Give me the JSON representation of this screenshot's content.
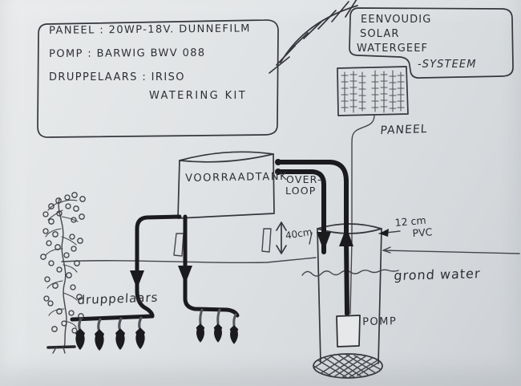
{
  "colors": {
    "paper": "#dee1e3",
    "ink": "#3c3c42",
    "pipe": "#1b1b1e"
  },
  "spec_box": {
    "line1": "PANEEL : 20WP-18V. DUNNEFILM",
    "line2": "POMP : BARWIG BWV 088",
    "line3": "DRUPPELAARS : IRISO",
    "line4": "WATERING KIT"
  },
  "title_bubble": {
    "line1": "EENVOUDIG",
    "line2": "SOLAR",
    "line3": "WATERGEEF",
    "line4": "-SYSTEEM"
  },
  "labels": {
    "panel": "PANEEL",
    "tank": "VOORRAADTANK",
    "overflow_line1": "OVER-",
    "overflow_line2": "LOOP",
    "tank_height": "40cm",
    "pipe_diameter": "12 cm",
    "pipe_material": "PVC",
    "groundwater": "grond water",
    "pump": "POMP",
    "drippers": "druppelaars"
  }
}
